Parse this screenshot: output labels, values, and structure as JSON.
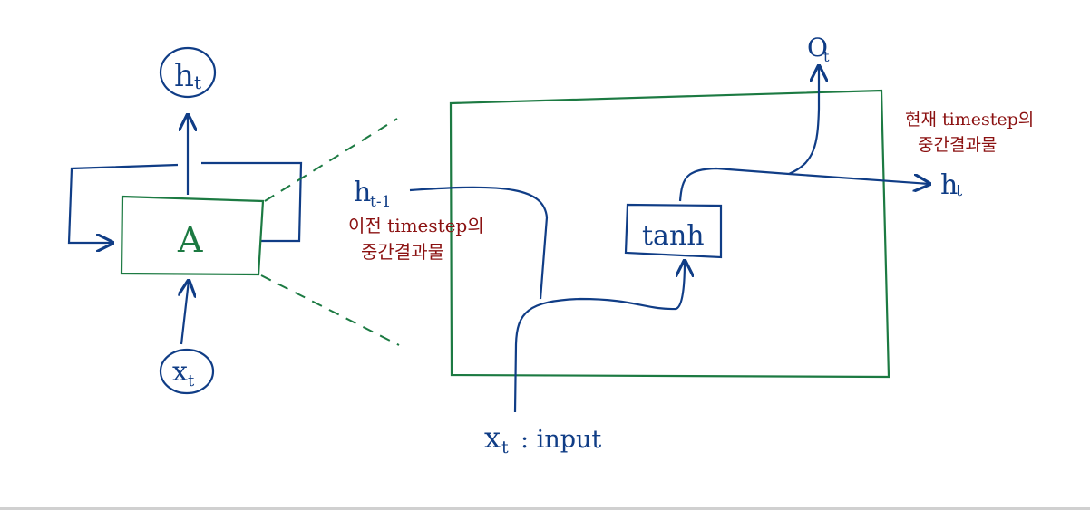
{
  "colors": {
    "ink_blue": "#103d86",
    "ink_green": "#1c7a42",
    "ink_red": "#8b1111",
    "background": "#ffffff"
  },
  "left_diagram": {
    "output_label": "h",
    "output_subscript": "t",
    "cell_label": "A",
    "input_label": "x",
    "input_subscript": "t"
  },
  "right_diagram": {
    "top_output_label": "O",
    "top_output_subscript": "t",
    "prev_state_label": "h",
    "prev_state_subscript": "t-1",
    "prev_state_note_line1": "이전 timestep의",
    "prev_state_note_line2": "중간결과물",
    "activation_label": "tanh",
    "next_state_label": "h",
    "next_state_subscript": "t",
    "next_state_note_line1": "현재 timestep의",
    "next_state_note_line2": "중간결과물",
    "input_label": "x",
    "input_subscript": "t",
    "input_caption": ": input"
  }
}
